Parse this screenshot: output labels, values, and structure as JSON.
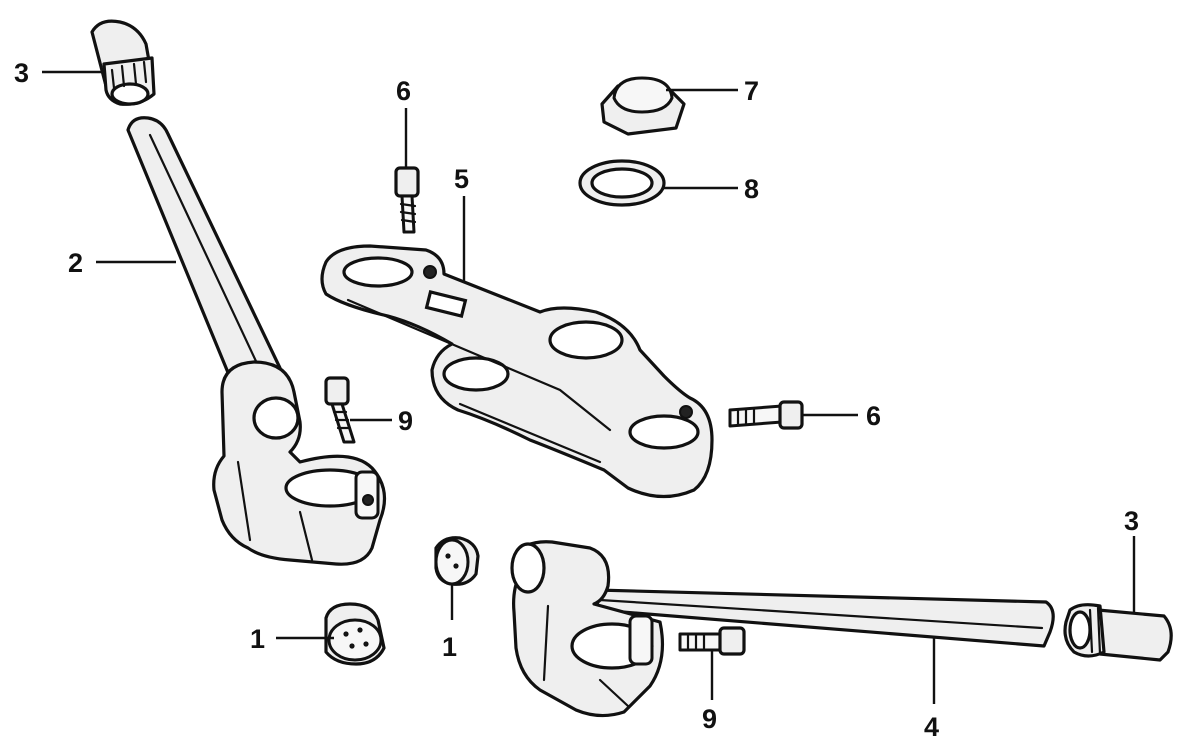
{
  "callouts": [
    {
      "id": "c-3-top",
      "label": "3"
    },
    {
      "id": "c-2",
      "label": "2"
    },
    {
      "id": "c-6-top",
      "label": "6"
    },
    {
      "id": "c-5",
      "label": "5"
    },
    {
      "id": "c-7",
      "label": "7"
    },
    {
      "id": "c-8",
      "label": "8"
    },
    {
      "id": "c-9-left",
      "label": "9"
    },
    {
      "id": "c-6-right",
      "label": "6"
    },
    {
      "id": "c-1-left",
      "label": "1"
    },
    {
      "id": "c-1-center",
      "label": "1"
    },
    {
      "id": "c-3-right",
      "label": "3"
    },
    {
      "id": "c-9-bottom",
      "label": "9"
    },
    {
      "id": "c-4",
      "label": "4"
    }
  ]
}
